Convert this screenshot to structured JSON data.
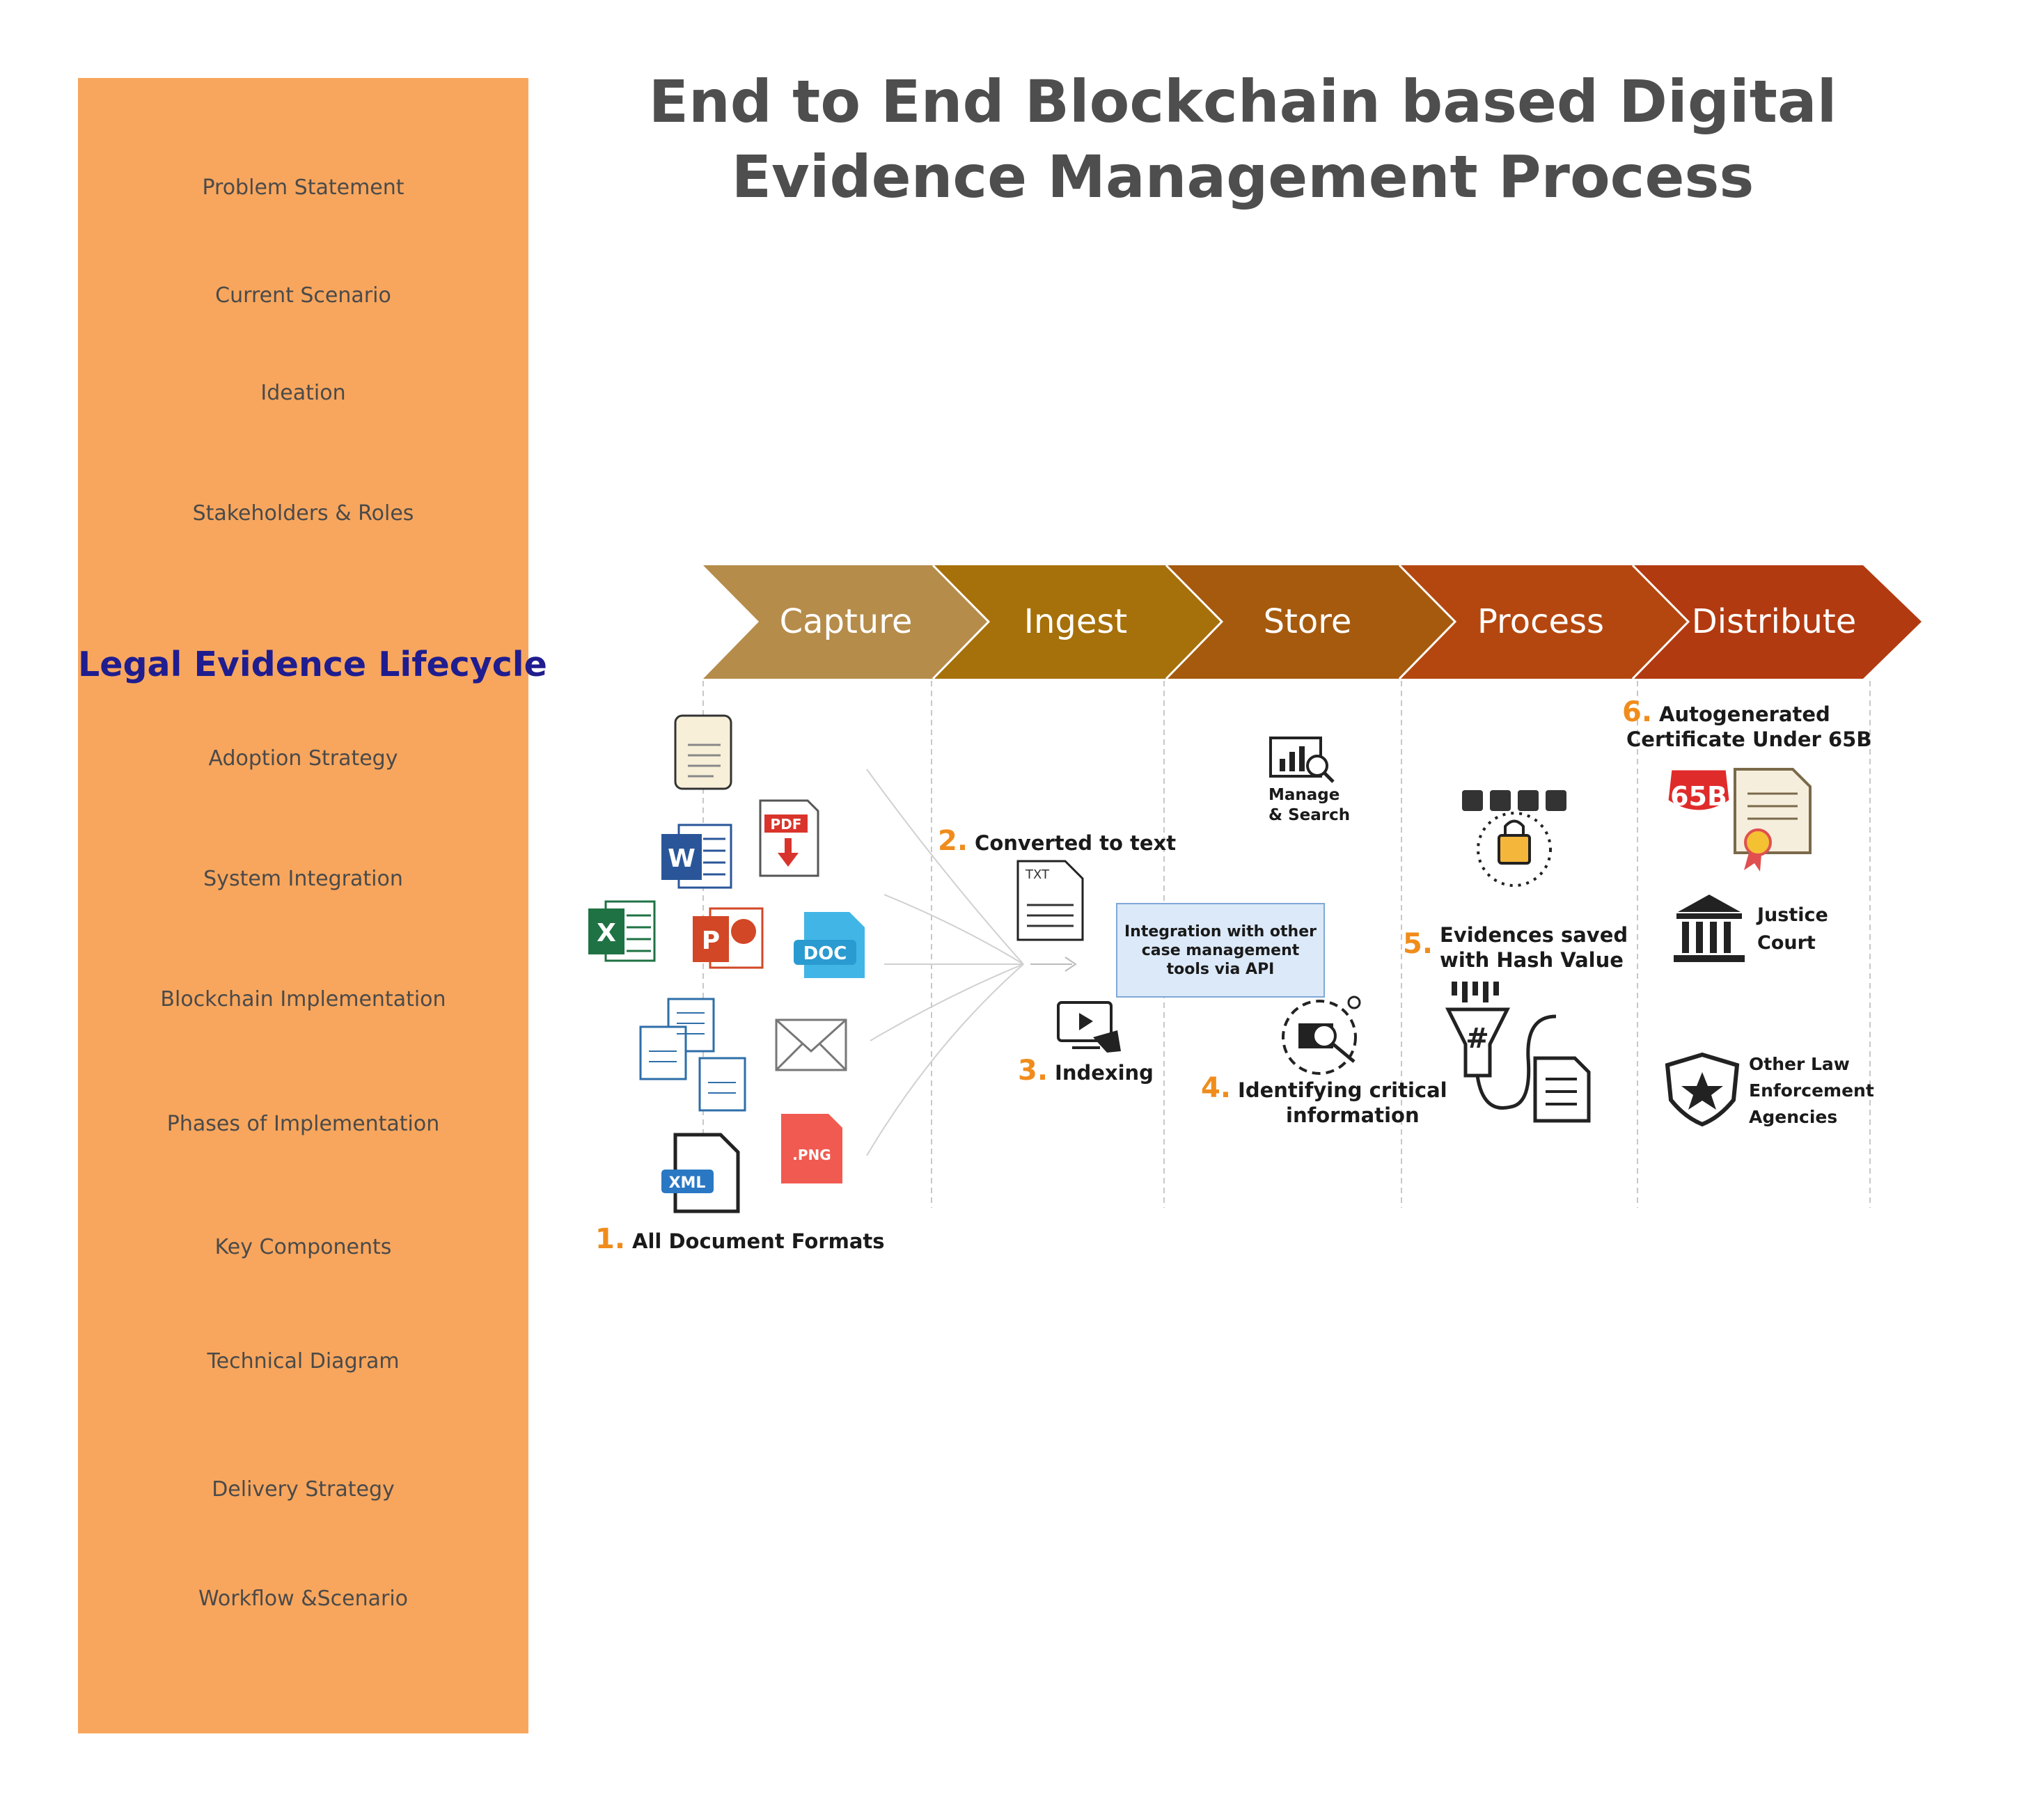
{
  "page": {
    "title": "End to End Blockchain based Digital Evidence Management Process"
  },
  "sidebar": {
    "items": [
      {
        "label": "Problem Statement"
      },
      {
        "label": "Current Scenario"
      },
      {
        "label": "Ideation"
      },
      {
        "label": "Stakeholders & Roles"
      },
      {
        "label": "Legal Evidence Lifecycle",
        "active": true
      },
      {
        "label": "Adoption Strategy"
      },
      {
        "label": "System Integration"
      },
      {
        "label": "Blockchain Implementation"
      },
      {
        "label": "Phases of Implementation"
      },
      {
        "label": "Key Components"
      },
      {
        "label": "Technical Diagram"
      },
      {
        "label": "Delivery Strategy"
      },
      {
        "label": "Workflow &Scenario"
      }
    ]
  },
  "diagram": {
    "stages": [
      {
        "label": "Capture",
        "color": "#B58C4A"
      },
      {
        "label": "Ingest",
        "color": "#A6700A"
      },
      {
        "label": "Store",
        "color": "#A55A0E"
      },
      {
        "label": "Process",
        "color": "#B4470F"
      },
      {
        "label": "Distribute",
        "color": "#B23A10"
      }
    ],
    "steps": [
      {
        "num": "1.",
        "text": "All Document Formats"
      },
      {
        "num": "2.",
        "text": "Converted to text"
      },
      {
        "num": "3.",
        "text": "Indexing"
      },
      {
        "num": "4.",
        "text1": "Identifying critical",
        "text2": "information"
      },
      {
        "num": "5.",
        "text1": "Evidences saved",
        "text2": "with Hash Value"
      },
      {
        "num": "6.",
        "text1": "Autogenerated",
        "text2": "Certificate Under 65B"
      }
    ],
    "manage_search": {
      "line1": "Manage",
      "line2": "& Search"
    },
    "api_box": "Integration with other case management tools via API",
    "justice_court": {
      "line1": "Justice",
      "line2": "Court"
    },
    "other_law": {
      "line1": "Other Law",
      "line2": "Enforcement",
      "line3": "Agencies"
    },
    "file_badges": {
      "pdf": "PDF",
      "word": "W",
      "excel": "X",
      "ppt": "P",
      "doc": "DOC",
      "png": ".PNG",
      "xml": "XML",
      "txt": "TXT",
      "seal": "65B"
    },
    "accent_color": "#f08c1c"
  }
}
